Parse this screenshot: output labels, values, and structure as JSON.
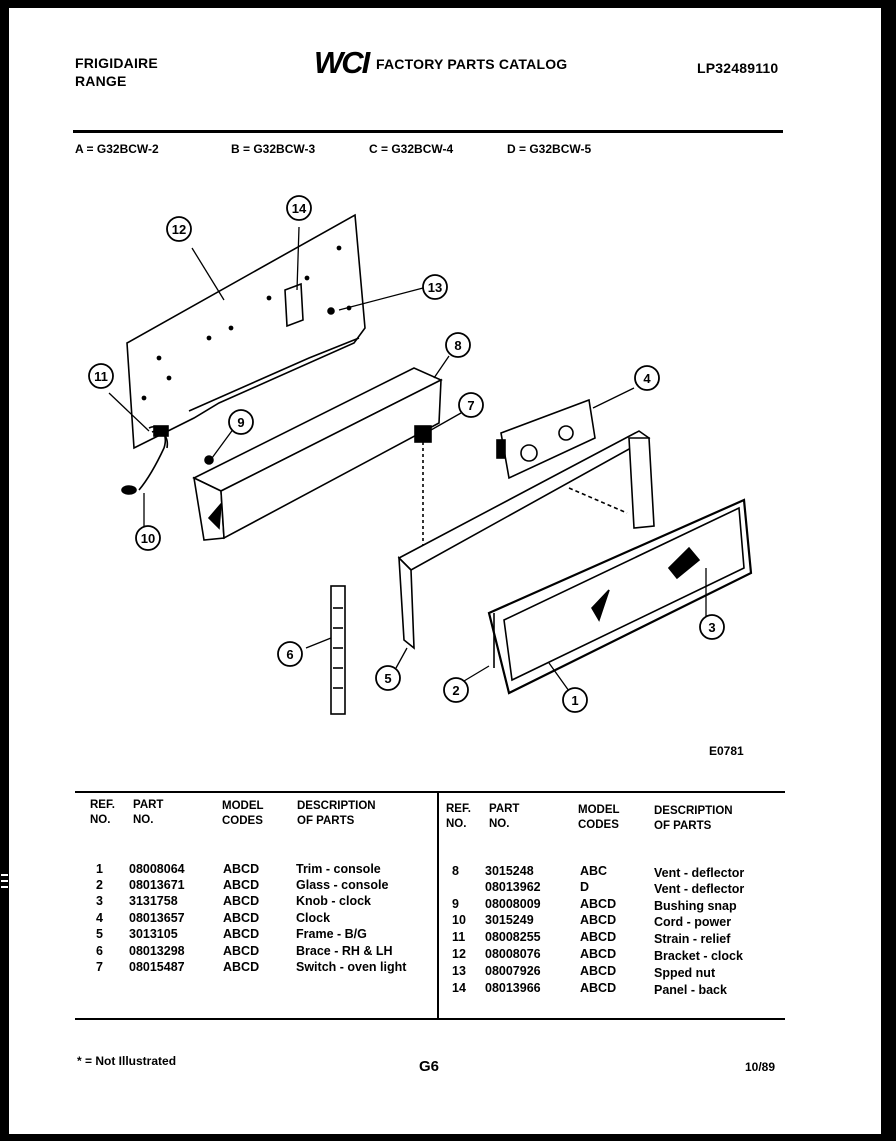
{
  "header": {
    "brand_line1": "FRIGIDAIRE",
    "brand_line2": "RANGE",
    "logo_text": "WCI",
    "catalog_title": "FACTORY PARTS CATALOG",
    "catalog_number": "LP32489110"
  },
  "models": [
    "A = G32BCW-2",
    "B = G32BCW-3",
    "C = G32BCW-4",
    "D = G32BCW-5"
  ],
  "diagram": {
    "callouts": [
      "1",
      "2",
      "3",
      "4",
      "5",
      "6",
      "7",
      "8",
      "9",
      "10",
      "11",
      "12",
      "13",
      "14"
    ],
    "drawing_code": "E0781"
  },
  "table": {
    "headers": {
      "ref_no": [
        "REF.",
        "NO."
      ],
      "part_no": [
        "PART",
        "NO."
      ],
      "model_codes": [
        "MODEL",
        "CODES"
      ],
      "description": [
        "DESCRIPTION",
        "OF PARTS"
      ]
    },
    "left_rows": [
      {
        "ref": "1",
        "part": "08008064",
        "codes": "ABCD",
        "desc": "Trim - console"
      },
      {
        "ref": "2",
        "part": "08013671",
        "codes": "ABCD",
        "desc": "Glass - console"
      },
      {
        "ref": "3",
        "part": "3131758",
        "codes": "ABCD",
        "desc": "Knob - clock"
      },
      {
        "ref": "4",
        "part": "08013657",
        "codes": "ABCD",
        "desc": "Clock"
      },
      {
        "ref": "5",
        "part": "3013105",
        "codes": "ABCD",
        "desc": "Frame - B/G"
      },
      {
        "ref": "6",
        "part": "08013298",
        "codes": "ABCD",
        "desc": "Brace - RH & LH"
      },
      {
        "ref": "7",
        "part": "08015487",
        "codes": "ABCD",
        "desc": "Switch - oven light"
      }
    ],
    "right_rows": [
      {
        "ref": "8",
        "part": "3015248",
        "codes": "ABC",
        "desc": "Vent - deflector"
      },
      {
        "ref": "",
        "part": "08013962",
        "codes": "D",
        "desc": "Vent - deflector"
      },
      {
        "ref": "9",
        "part": "08008009",
        "codes": "ABCD",
        "desc": "Bushing snap"
      },
      {
        "ref": "10",
        "part": "3015249",
        "codes": "ABCD",
        "desc": "Cord - power"
      },
      {
        "ref": "11",
        "part": "08008255",
        "codes": "ABCD",
        "desc": "Strain - relief"
      },
      {
        "ref": "12",
        "part": "08008076",
        "codes": "ABCD",
        "desc": "Bracket - clock"
      },
      {
        "ref": "13",
        "part": "08007926",
        "codes": "ABCD",
        "desc": "Spped nut"
      },
      {
        "ref": "14",
        "part": "08013966",
        "codes": "ABCD",
        "desc": "Panel - back"
      }
    ]
  },
  "footer": {
    "note": "* = Not Illustrated",
    "page": "G6",
    "date": "10/89"
  }
}
